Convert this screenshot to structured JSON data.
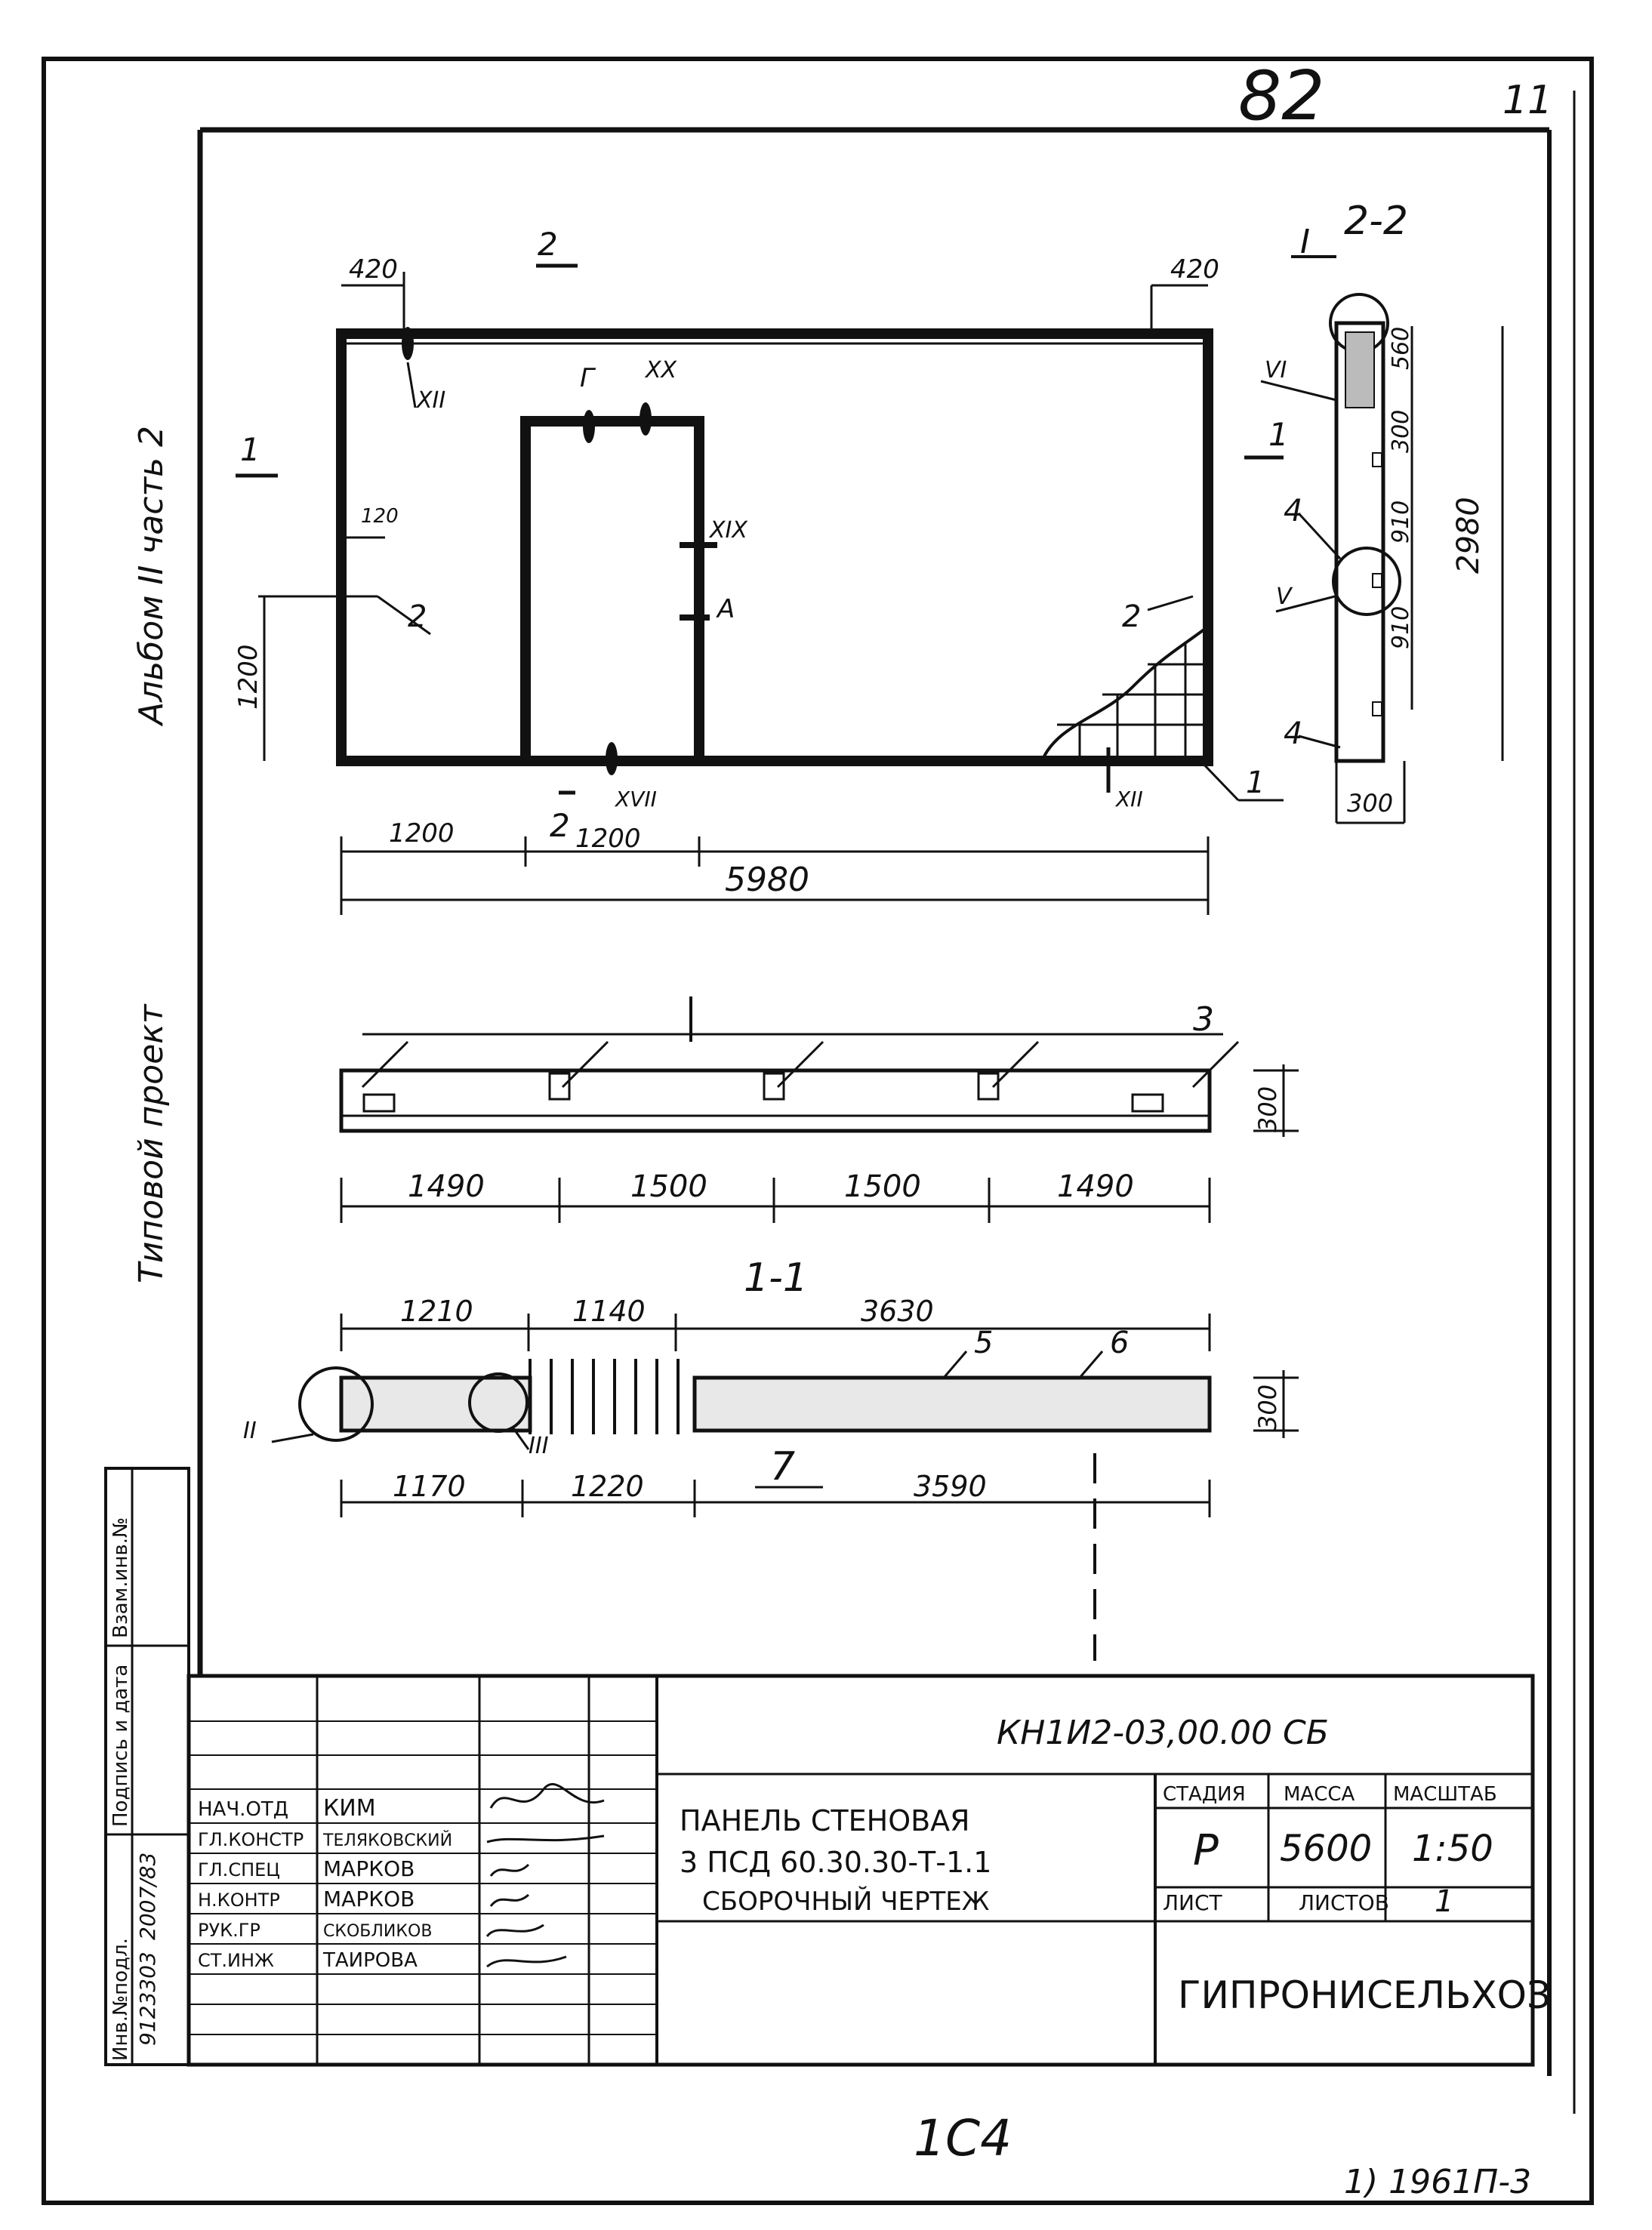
{
  "sheet": {
    "page_number": "82",
    "page_index": "11",
    "bottom_center": "1С4",
    "bottom_right": "1) 1961П-3",
    "side_title": "Альбом II часть 2",
    "side_title_lower": "Типовой проект",
    "colors": {
      "ink": "#111111",
      "paper": "#ffffff"
    }
  },
  "front_view": {
    "top_left_dim": "420",
    "top_right_dim": "420",
    "section_mark_top": "2",
    "section_mark_bottom": "2",
    "section_mark_left": "1",
    "section_mark_right": "1",
    "callout_G": "Г",
    "callout_XX": "XX",
    "callout_XIX": "XIX",
    "callout_A": "А",
    "callout_XII_top": "XII",
    "callout_XII_bottom": "XII",
    "callout_XVII": "XVII",
    "small_dim_120": "120",
    "pos_2_left": "2",
    "pos_2_right": "2",
    "pos_1": "1",
    "height_1200": "1200",
    "dim_opening_left": "1200",
    "dim_opening_width": "1200",
    "dim_total": "5980"
  },
  "section_2_2": {
    "title": "2-2",
    "callout_I": "I",
    "callout_VI": "VI",
    "callout_V": "V",
    "pos_4_top": "4",
    "pos_4_bottom": "4",
    "dims": [
      "560",
      "300",
      "910",
      "910"
    ],
    "overall": "2980",
    "width": "300"
  },
  "plan_view": {
    "pos_3": "3",
    "thickness": "300",
    "dims": [
      "1490",
      "1500",
      "1500",
      "1490"
    ]
  },
  "section_1_1": {
    "title": "1-1",
    "top_dims": [
      "1210",
      "1140",
      "3630"
    ],
    "bottom_dims": [
      "1170",
      "1220",
      "3590"
    ],
    "pos_5": "5",
    "pos_6": "6",
    "pos_7": "7",
    "callout_II": "II",
    "callout_III": "III",
    "thickness": "300"
  },
  "side_stamp": {
    "labels": [
      "Инв.№подл.",
      "Подпись и дата",
      "Взам.инв.№"
    ],
    "values": [
      "9123303",
      "2007/83"
    ]
  },
  "title_block": {
    "doc_code": "КН1И2-03,00.00 СБ",
    "title_line1": "ПАНЕЛЬ СТЕНОВАЯ",
    "title_line2": "3 ПСД 60.30.30-Т-1.1",
    "title_line3": "СБОРОЧНЫЙ ЧЕРТЕЖ",
    "stage_label": "СТАДИЯ",
    "mass_label": "МАССА",
    "scale_label": "МАСШТАБ",
    "stage": "Р",
    "mass": "5600",
    "scale": "1:50",
    "sheet_label": "ЛИСТ",
    "sheets_label": "ЛИСТОВ",
    "sheets": "1",
    "org": "ГИПРОНИСЕЛЬХОЗ",
    "staff": [
      {
        "role": "НАЧ.ОТД",
        "name": "КИМ"
      },
      {
        "role": "ГЛ.КОНСТР",
        "name": "ТЕЛЯКОВСКИЙ"
      },
      {
        "role": "ГЛ.СПЕЦ",
        "name": "МАРКОВ"
      },
      {
        "role": "Н.КОНТР",
        "name": "МАРКОВ"
      },
      {
        "role": "РУК.ГР",
        "name": "СКОБЛИКОВ"
      },
      {
        "role": "СТ.ИНЖ",
        "name": "ТАИРОВА"
      }
    ]
  }
}
